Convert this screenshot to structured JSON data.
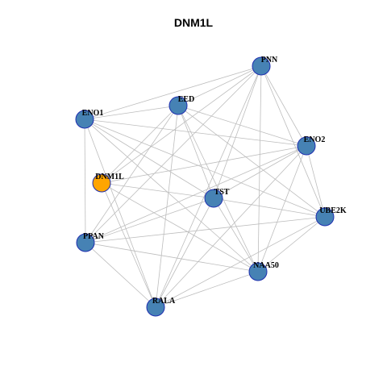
{
  "title": "DNM1L",
  "colors": {
    "node_default": "#4682b4",
    "node_highlight": "#ffa500",
    "node_border": "#1f2fb0",
    "edge": "#bdbdbd"
  },
  "nodes": [
    {
      "id": "PNN",
      "label": "PNN",
      "highlight": false
    },
    {
      "id": "EED",
      "label": "EED",
      "highlight": false
    },
    {
      "id": "ENO1",
      "label": "ENO1",
      "highlight": false
    },
    {
      "id": "ENO2",
      "label": "ENO2",
      "highlight": false
    },
    {
      "id": "DNM1L",
      "label": "DNM1L",
      "highlight": true
    },
    {
      "id": "TST",
      "label": "TST",
      "highlight": false
    },
    {
      "id": "UBE2K",
      "label": "UBE2K",
      "highlight": false
    },
    {
      "id": "PPAN",
      "label": "PPAN",
      "highlight": false
    },
    {
      "id": "NAA50",
      "label": "NAA50",
      "highlight": false
    },
    {
      "id": "RALA",
      "label": "RALA",
      "highlight": false
    }
  ],
  "edges": [
    [
      "PNN",
      "EED"
    ],
    [
      "PNN",
      "ENO1"
    ],
    [
      "PNN",
      "ENO2"
    ],
    [
      "PNN",
      "DNM1L"
    ],
    [
      "PNN",
      "TST"
    ],
    [
      "PNN",
      "UBE2K"
    ],
    [
      "PNN",
      "PPAN"
    ],
    [
      "PNN",
      "NAA50"
    ],
    [
      "PNN",
      "RALA"
    ],
    [
      "EED",
      "ENO1"
    ],
    [
      "EED",
      "ENO2"
    ],
    [
      "EED",
      "DNM1L"
    ],
    [
      "EED",
      "TST"
    ],
    [
      "EED",
      "UBE2K"
    ],
    [
      "EED",
      "PPAN"
    ],
    [
      "EED",
      "NAA50"
    ],
    [
      "EED",
      "RALA"
    ],
    [
      "ENO1",
      "ENO2"
    ],
    [
      "ENO1",
      "TST"
    ],
    [
      "ENO1",
      "UBE2K"
    ],
    [
      "ENO1",
      "PPAN"
    ],
    [
      "ENO1",
      "NAA50"
    ],
    [
      "ENO1",
      "RALA"
    ],
    [
      "ENO2",
      "DNM1L"
    ],
    [
      "ENO2",
      "TST"
    ],
    [
      "ENO2",
      "UBE2K"
    ],
    [
      "ENO2",
      "PPAN"
    ],
    [
      "ENO2",
      "NAA50"
    ],
    [
      "ENO2",
      "RALA"
    ],
    [
      "DNM1L",
      "TST"
    ],
    [
      "DNM1L",
      "NAA50"
    ],
    [
      "DNM1L",
      "RALA"
    ],
    [
      "TST",
      "UBE2K"
    ],
    [
      "TST",
      "PPAN"
    ],
    [
      "TST",
      "NAA50"
    ],
    [
      "TST",
      "RALA"
    ],
    [
      "UBE2K",
      "PPAN"
    ],
    [
      "UBE2K",
      "NAA50"
    ],
    [
      "UBE2K",
      "RALA"
    ],
    [
      "PPAN",
      "NAA50"
    ],
    [
      "PPAN",
      "RALA"
    ],
    [
      "NAA50",
      "RALA"
    ]
  ]
}
